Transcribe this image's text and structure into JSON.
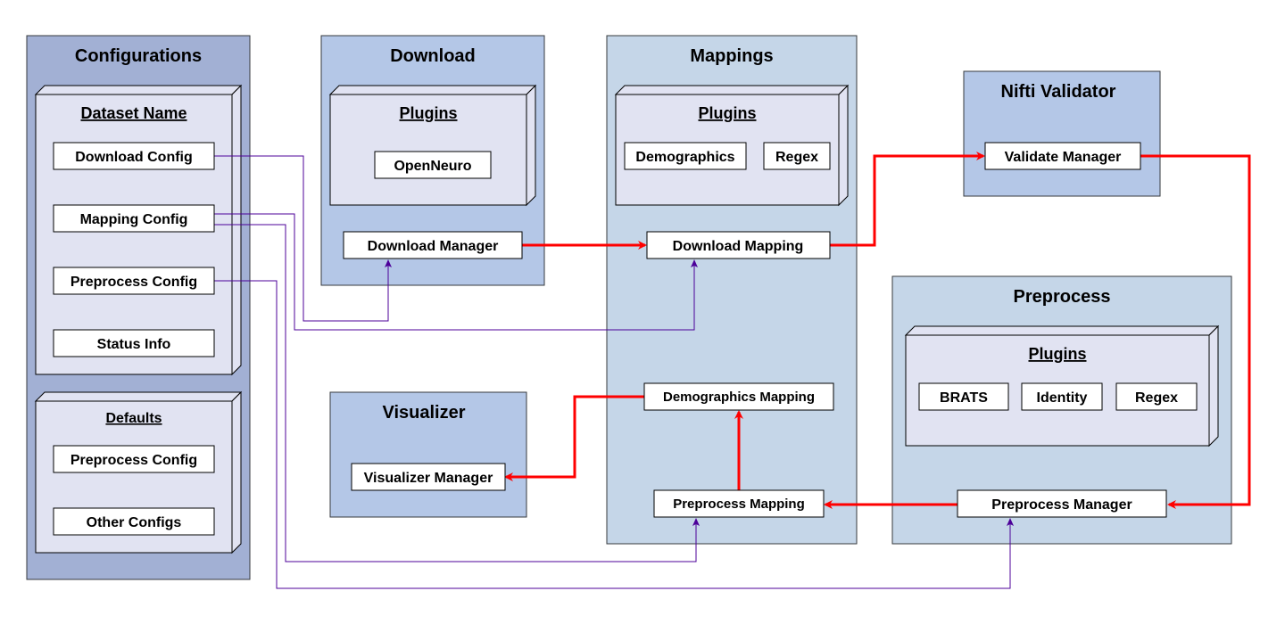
{
  "colors": {
    "configurations_panel": "#a2b0d4",
    "download_panel": "#b4c7e7",
    "mappings_panel": "#c5d6e8",
    "validator_panel": "#b4c7e7",
    "preprocess_panel": "#c5d6e8",
    "visualizer_panel": "#b4c7e7",
    "plugin_cube": "#e1e3f2",
    "flow_arrow": "#ff0000",
    "config_link": "#4c0099"
  },
  "configurations": {
    "title": "Configurations",
    "dataset": {
      "title": "Dataset Name",
      "items": [
        "Download Config",
        "Mapping Config",
        "Preprocess Config",
        "Status Info"
      ]
    },
    "defaults": {
      "title": "Defaults",
      "items": [
        "Preprocess Config",
        "Other Configs"
      ]
    }
  },
  "download": {
    "title": "Download",
    "plugins_title": "Plugins",
    "plugins": [
      "OpenNeuro"
    ],
    "manager": "Download Manager"
  },
  "mappings": {
    "title": "Mappings",
    "plugins_title": "Plugins",
    "plugins": [
      "Demographics",
      "Regex"
    ],
    "download_mapping": "Download Mapping",
    "demographics_mapping": "Demographics Mapping",
    "preprocess_mapping": "Preprocess Mapping"
  },
  "validator": {
    "title": "Nifti Validator",
    "manager": "Validate Manager"
  },
  "preprocess": {
    "title": "Preprocess",
    "plugins_title": "Plugins",
    "plugins": [
      "BRATS",
      "Identity",
      "Regex"
    ],
    "manager": "Preprocess Manager"
  },
  "visualizer": {
    "title": "Visualizer",
    "manager": "Visualizer Manager"
  }
}
